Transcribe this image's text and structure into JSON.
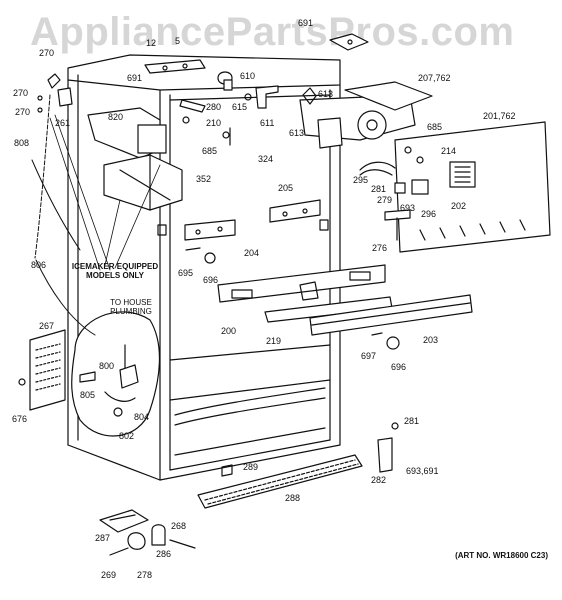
{
  "watermark": "AppliancePartsPros.com",
  "art_number": "(ART NO. WR18600 C23)",
  "notes": {
    "icemaker_line1": "ICEMAKER EQUIPPED",
    "icemaker_line2": "MODELS ONLY",
    "plumbing_line1": "TO HOUSE",
    "plumbing_line2": "PLUMBING"
  },
  "callouts": [
    {
      "id": "691-top",
      "text": "691"
    },
    {
      "id": "12",
      "text": "12"
    },
    {
      "id": "5",
      "text": "5"
    },
    {
      "id": "270a",
      "text": "270"
    },
    {
      "id": "270b",
      "text": "270"
    },
    {
      "id": "270c",
      "text": "270"
    },
    {
      "id": "691-mid",
      "text": "691"
    },
    {
      "id": "610",
      "text": "610"
    },
    {
      "id": "615",
      "text": "615"
    },
    {
      "id": "613a",
      "text": "613"
    },
    {
      "id": "613b",
      "text": "613"
    },
    {
      "id": "207",
      "text": "207,762"
    },
    {
      "id": "280",
      "text": "280"
    },
    {
      "id": "261",
      "text": "261"
    },
    {
      "id": "820",
      "text": "820"
    },
    {
      "id": "210",
      "text": "210"
    },
    {
      "id": "611",
      "text": "611"
    },
    {
      "id": "685a",
      "text": "685"
    },
    {
      "id": "685b",
      "text": "685"
    },
    {
      "id": "201",
      "text": "201,762"
    },
    {
      "id": "808",
      "text": "808"
    },
    {
      "id": "324",
      "text": "324"
    },
    {
      "id": "214",
      "text": "214"
    },
    {
      "id": "352",
      "text": "352"
    },
    {
      "id": "295",
      "text": "295"
    },
    {
      "id": "281a",
      "text": "281"
    },
    {
      "id": "279",
      "text": "279"
    },
    {
      "id": "693",
      "text": "693"
    },
    {
      "id": "296",
      "text": "296"
    },
    {
      "id": "202",
      "text": "202"
    },
    {
      "id": "205",
      "text": "205"
    },
    {
      "id": "276",
      "text": "276"
    },
    {
      "id": "204",
      "text": "204"
    },
    {
      "id": "806",
      "text": "806"
    },
    {
      "id": "695",
      "text": "695"
    },
    {
      "id": "696a",
      "text": "696"
    },
    {
      "id": "200",
      "text": "200"
    },
    {
      "id": "267",
      "text": "267"
    },
    {
      "id": "219",
      "text": "219"
    },
    {
      "id": "203",
      "text": "203"
    },
    {
      "id": "697",
      "text": "697"
    },
    {
      "id": "696b",
      "text": "696"
    },
    {
      "id": "800",
      "text": "800"
    },
    {
      "id": "805",
      "text": "805"
    },
    {
      "id": "804",
      "text": "804"
    },
    {
      "id": "802",
      "text": "802"
    },
    {
      "id": "676",
      "text": "676"
    },
    {
      "id": "281b",
      "text": "281"
    },
    {
      "id": "289",
      "text": "289"
    },
    {
      "id": "282",
      "text": "282"
    },
    {
      "id": "693b",
      "text": "693,691"
    },
    {
      "id": "288",
      "text": "288"
    },
    {
      "id": "268",
      "text": "268"
    },
    {
      "id": "287",
      "text": "287"
    },
    {
      "id": "286",
      "text": "286"
    },
    {
      "id": "269",
      "text": "269"
    },
    {
      "id": "278",
      "text": "278"
    }
  ]
}
